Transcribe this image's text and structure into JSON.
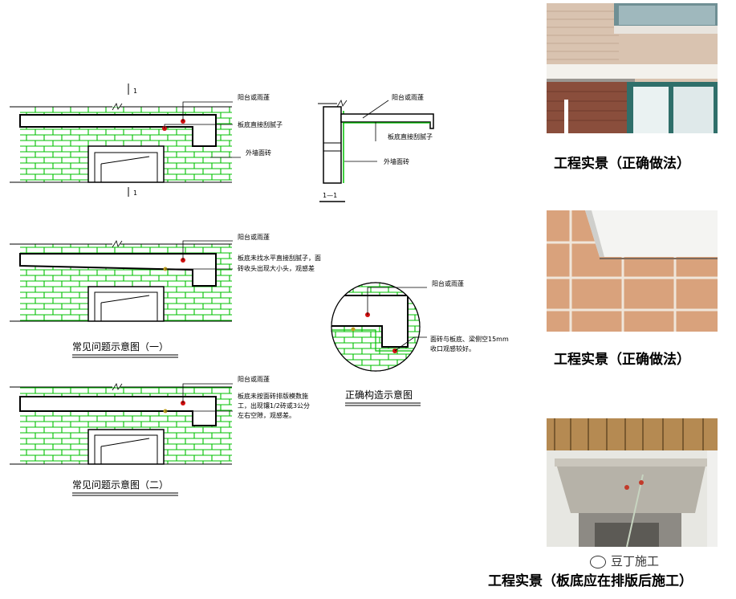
{
  "section_markers": {
    "top": "1",
    "bottom": "1",
    "section_title": "1—1"
  },
  "diagram_top": {
    "callout_1": "阳台或雨蓬",
    "callout_2": "板底直接刮腻子",
    "callout_3": "外墙面砖"
  },
  "section_view": {
    "callout_1": "阳台或雨蓬",
    "callout_2": "板底直接刮腻子",
    "callout_3": "外墙面砖"
  },
  "problem_1": {
    "callout_1": "阳台或雨蓬",
    "callout_2_line1": "板底未找水平直接刮腻子，面",
    "callout_2_line2": "砖收头出现大小头，观感差",
    "caption": "常见问题示意图（一）"
  },
  "problem_2": {
    "callout_1": "阳台或雨蓬",
    "callout_2_line1": "板底未按面砖排版模数施",
    "callout_2_line2": "工，出现镶1/2砖或3公分",
    "callout_2_line3": "左右空隙，观感差。",
    "caption": "常见问题示意图（二）"
  },
  "correct_detail": {
    "callout_1": "阳台或雨蓬",
    "callout_2_line1": "面砖与板底、梁侧空15mm",
    "callout_2_line2": "收口观感较好。",
    "caption": "正确构造示意图"
  },
  "photos": [
    {
      "caption": "工程实景（正确做法）"
    },
    {
      "caption": "工程实景（正确做法）"
    },
    {
      "caption": "工程实景（板底应在排版后施工）"
    }
  ],
  "watermark": "豆丁施工",
  "colors": {
    "brick_line": "#00c000",
    "accent_dot": "#d01010",
    "outline": "#000000"
  }
}
